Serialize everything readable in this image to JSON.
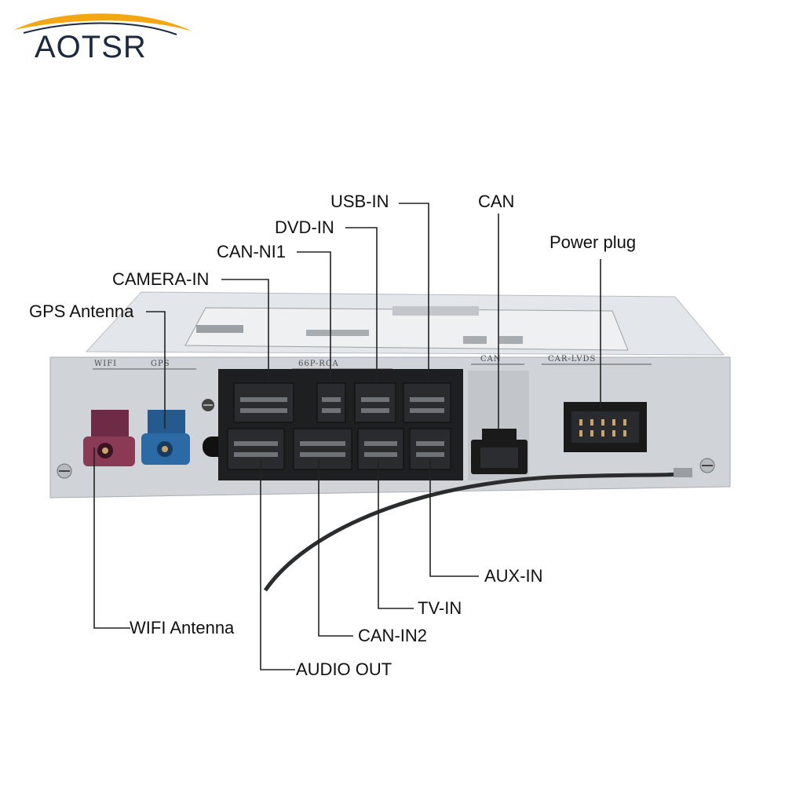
{
  "brand": {
    "name": "AOTSR",
    "swoosh_color": "#f3a712",
    "text_color": "#1b2a3e"
  },
  "device": {
    "body_color": "#dcdfe3",
    "front_color": "#c9cdd2",
    "silkscreen": {
      "wifi": "WIFI",
      "gps": "GPS",
      "rca": "66P-RCA",
      "can": "CAN",
      "lvds": "CAR-LVDS"
    },
    "connector_colors": {
      "wifi": "#8a3a55",
      "gps": "#2c6aa6"
    }
  },
  "labels": {
    "usb_in": "USB-IN",
    "can": "CAN",
    "dvd_in": "DVD-IN",
    "can_ni1": "CAN-NI1",
    "power_plug": "Power plug",
    "camera_in": "CAMERA-IN",
    "gps_antenna": "GPS Antenna",
    "aux_in": "AUX-IN",
    "tv_in": "TV-IN",
    "wifi_antenna": "WIFI Antenna",
    "can_in2": "CAN-IN2",
    "audio_out": "AUDIO OUT"
  }
}
